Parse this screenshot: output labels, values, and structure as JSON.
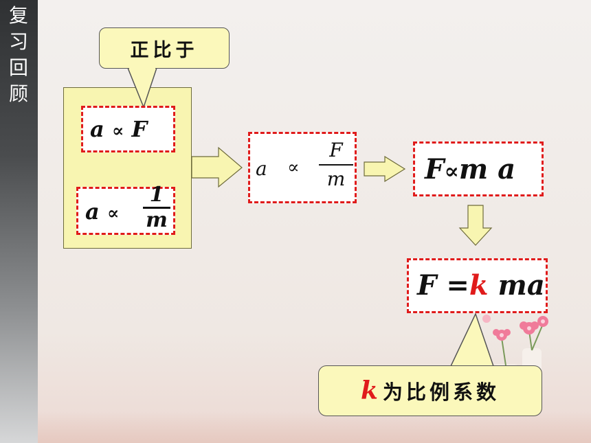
{
  "sidebar": {
    "title_chars": [
      "复",
      "习",
      "回",
      "顾"
    ]
  },
  "callout_top": {
    "text": "正比于"
  },
  "box1": {
    "a": "a",
    "prop": "∝",
    "F": "F"
  },
  "box2": {
    "a": "a",
    "prop": "∝",
    "numerator": "1",
    "denominator": "m"
  },
  "box3": {
    "a": "a",
    "prop": "∝",
    "numerator": "F",
    "denominator": "m"
  },
  "box4": {
    "F": "F",
    "prop": "∝",
    "m": "m",
    "a": "a"
  },
  "box5": {
    "F": "F",
    "eq": "=",
    "k": "k",
    "ma": "ma"
  },
  "callout_bottom": {
    "k": "k",
    "text": "为比例系数"
  },
  "colors": {
    "dash_red": "#e01b1b",
    "callout_yellow": "#fbf8bb",
    "box_yellow": "#f8f5b1",
    "arrow_fill": "#f8f5b1"
  }
}
